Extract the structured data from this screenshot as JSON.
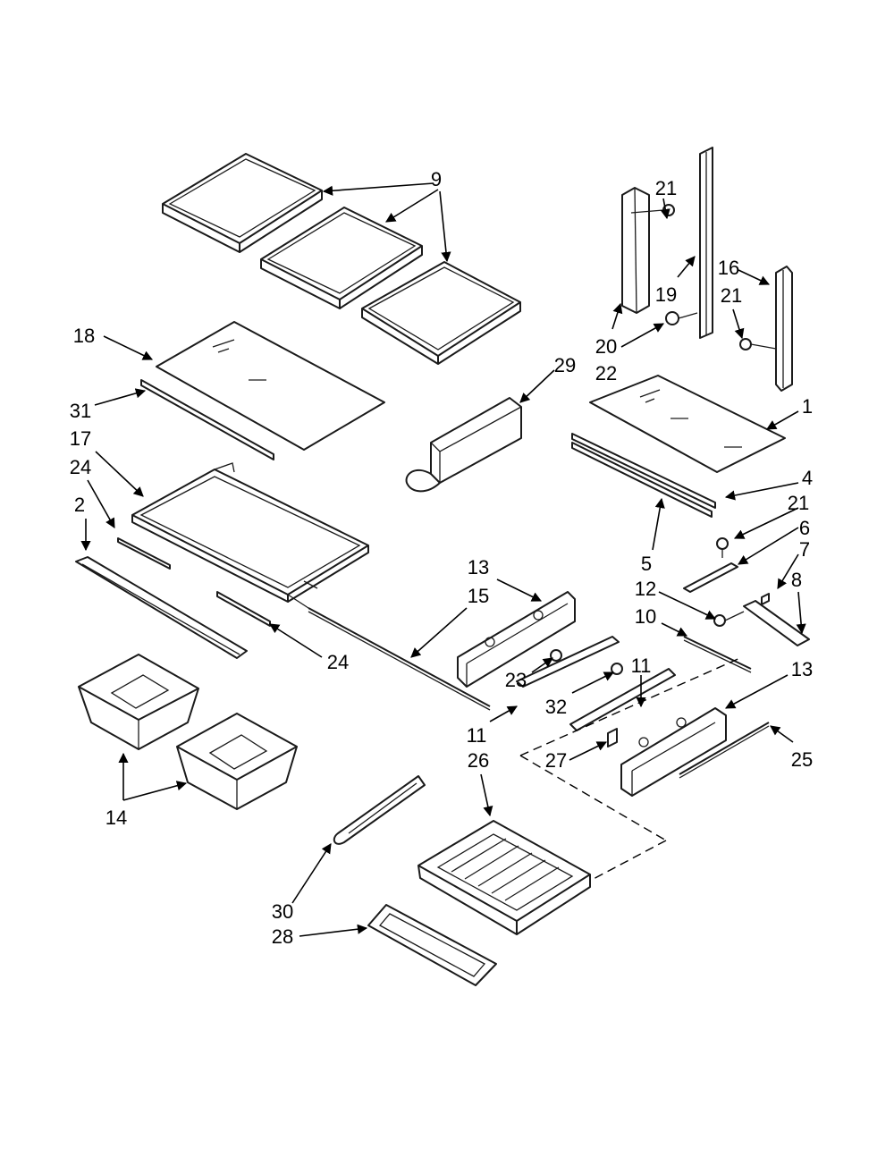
{
  "diagram": {
    "type": "exploded-parts-view",
    "callouts": [
      {
        "id": "c9",
        "label": "9"
      },
      {
        "id": "c21a",
        "label": "21"
      },
      {
        "id": "c19",
        "label": "19"
      },
      {
        "id": "c16",
        "label": "16"
      },
      {
        "id": "c21b",
        "label": "21"
      },
      {
        "id": "c20",
        "label": "20"
      },
      {
        "id": "c22",
        "label": "22"
      },
      {
        "id": "c18",
        "label": "18"
      },
      {
        "id": "c29",
        "label": "29"
      },
      {
        "id": "c1",
        "label": "1"
      },
      {
        "id": "c31",
        "label": "31"
      },
      {
        "id": "c17",
        "label": "17"
      },
      {
        "id": "c4",
        "label": "4"
      },
      {
        "id": "c24a",
        "label": "24"
      },
      {
        "id": "c21c",
        "label": "21"
      },
      {
        "id": "c6",
        "label": "6"
      },
      {
        "id": "c2",
        "label": "2"
      },
      {
        "id": "c7",
        "label": "7"
      },
      {
        "id": "c13a",
        "label": "13"
      },
      {
        "id": "c5",
        "label": "5"
      },
      {
        "id": "c15",
        "label": "15"
      },
      {
        "id": "c12",
        "label": "12"
      },
      {
        "id": "c8",
        "label": "8"
      },
      {
        "id": "c10",
        "label": "10"
      },
      {
        "id": "c24b",
        "label": "24"
      },
      {
        "id": "c11a",
        "label": "11"
      },
      {
        "id": "c13b",
        "label": "13"
      },
      {
        "id": "c23",
        "label": "23"
      },
      {
        "id": "c32",
        "label": "32"
      },
      {
        "id": "c11b",
        "label": "11"
      },
      {
        "id": "c26",
        "label": "26"
      },
      {
        "id": "c27",
        "label": "27"
      },
      {
        "id": "c25",
        "label": "25"
      },
      {
        "id": "c14",
        "label": "14"
      },
      {
        "id": "c30",
        "label": "30"
      },
      {
        "id": "c28",
        "label": "28"
      }
    ]
  }
}
